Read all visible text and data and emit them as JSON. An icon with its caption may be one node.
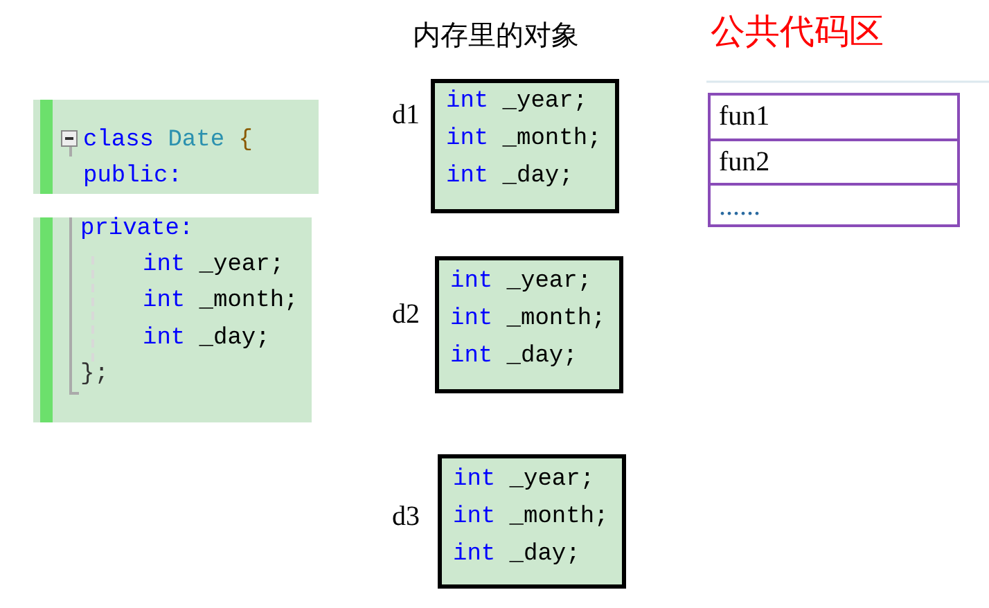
{
  "diagram": {
    "nodes": [
      {
        "text": [
          "class Date {",
          "public:"
        ]
      },
      {
        "text": [
          "private:",
          "int _year;",
          "int _month;",
          "int _day;",
          "};"
        ]
      },
      {
        "text": [
          "int _year;",
          "int _month;",
          "int _day;"
        ],
        "beside": [
          "d1"
        ]
      },
      {
        "text": [
          "int _year;",
          "int _month;",
          "int _day;"
        ],
        "beside": [
          "d2"
        ]
      },
      {
        "text": [
          "int _year;",
          "int _month;",
          "int _day;"
        ],
        "beside": [
          "d3"
        ]
      },
      {
        "text": [
          "fun1"
        ]
      },
      {
        "text": [
          "fun2"
        ]
      },
      {
        "text": [
          "......"
        ]
      }
    ],
    "labels": [
      "内存里的对象",
      "公共代码区"
    ]
  }
}
